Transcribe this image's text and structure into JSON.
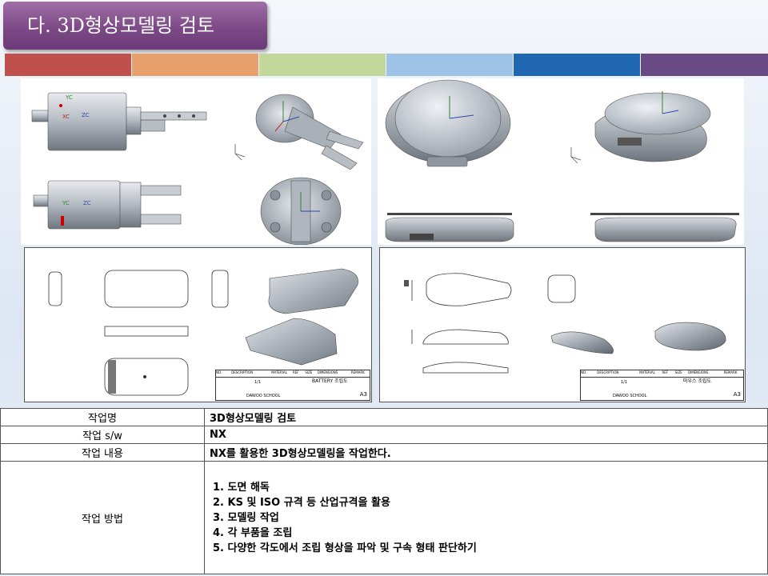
{
  "header": {
    "title": "다. 3D형상모델링 검토"
  },
  "color_bar": [
    "#c0504d",
    "#e8a06c",
    "#c3d69b",
    "#9dc3e6",
    "#1f67b1",
    "#6a4a84"
  ],
  "drawings": {
    "battery": {
      "titleblock_title": "BATTERY 조립도",
      "school": "DAWOO SCHOOL",
      "sheet": "A3",
      "scale": "1/1",
      "headers": [
        "NO.",
        "DESCRIPTION",
        "MATERIAL",
        "REF",
        "SIZE",
        "DIMENSIONS",
        "REMARK"
      ]
    },
    "mouse": {
      "titleblock_title": "마우스 조립도",
      "school": "DAWOO SCHOOL",
      "sheet": "A3",
      "scale": "1/1",
      "headers": [
        "NO.",
        "DESCRIPTION",
        "MATERIAL",
        "REF",
        "SIZE",
        "DIMENSIONS",
        "REMARK"
      ]
    }
  },
  "axes": {
    "x": "XC",
    "y": "YC",
    "z": "ZC"
  },
  "table": {
    "rows": [
      {
        "label": "작업명",
        "value": "3D형상모델링 검토"
      },
      {
        "label": "작업 s/w",
        "value": "NX"
      },
      {
        "label": "작업 내용",
        "value": "NX를 활용한  3D형상모델링을 작업한다."
      }
    ],
    "method": {
      "label": "작업 방법",
      "steps": [
        "1.  도면 해독",
        "2.  KS 및 ISO 규격 등 산업규격을 활용",
        "3.  모델링 작업",
        "4.  각 부품을 조립",
        "5. 다양한 각도에서 조립 형상을 파악 및 구속 형태 판단하기"
      ]
    }
  }
}
